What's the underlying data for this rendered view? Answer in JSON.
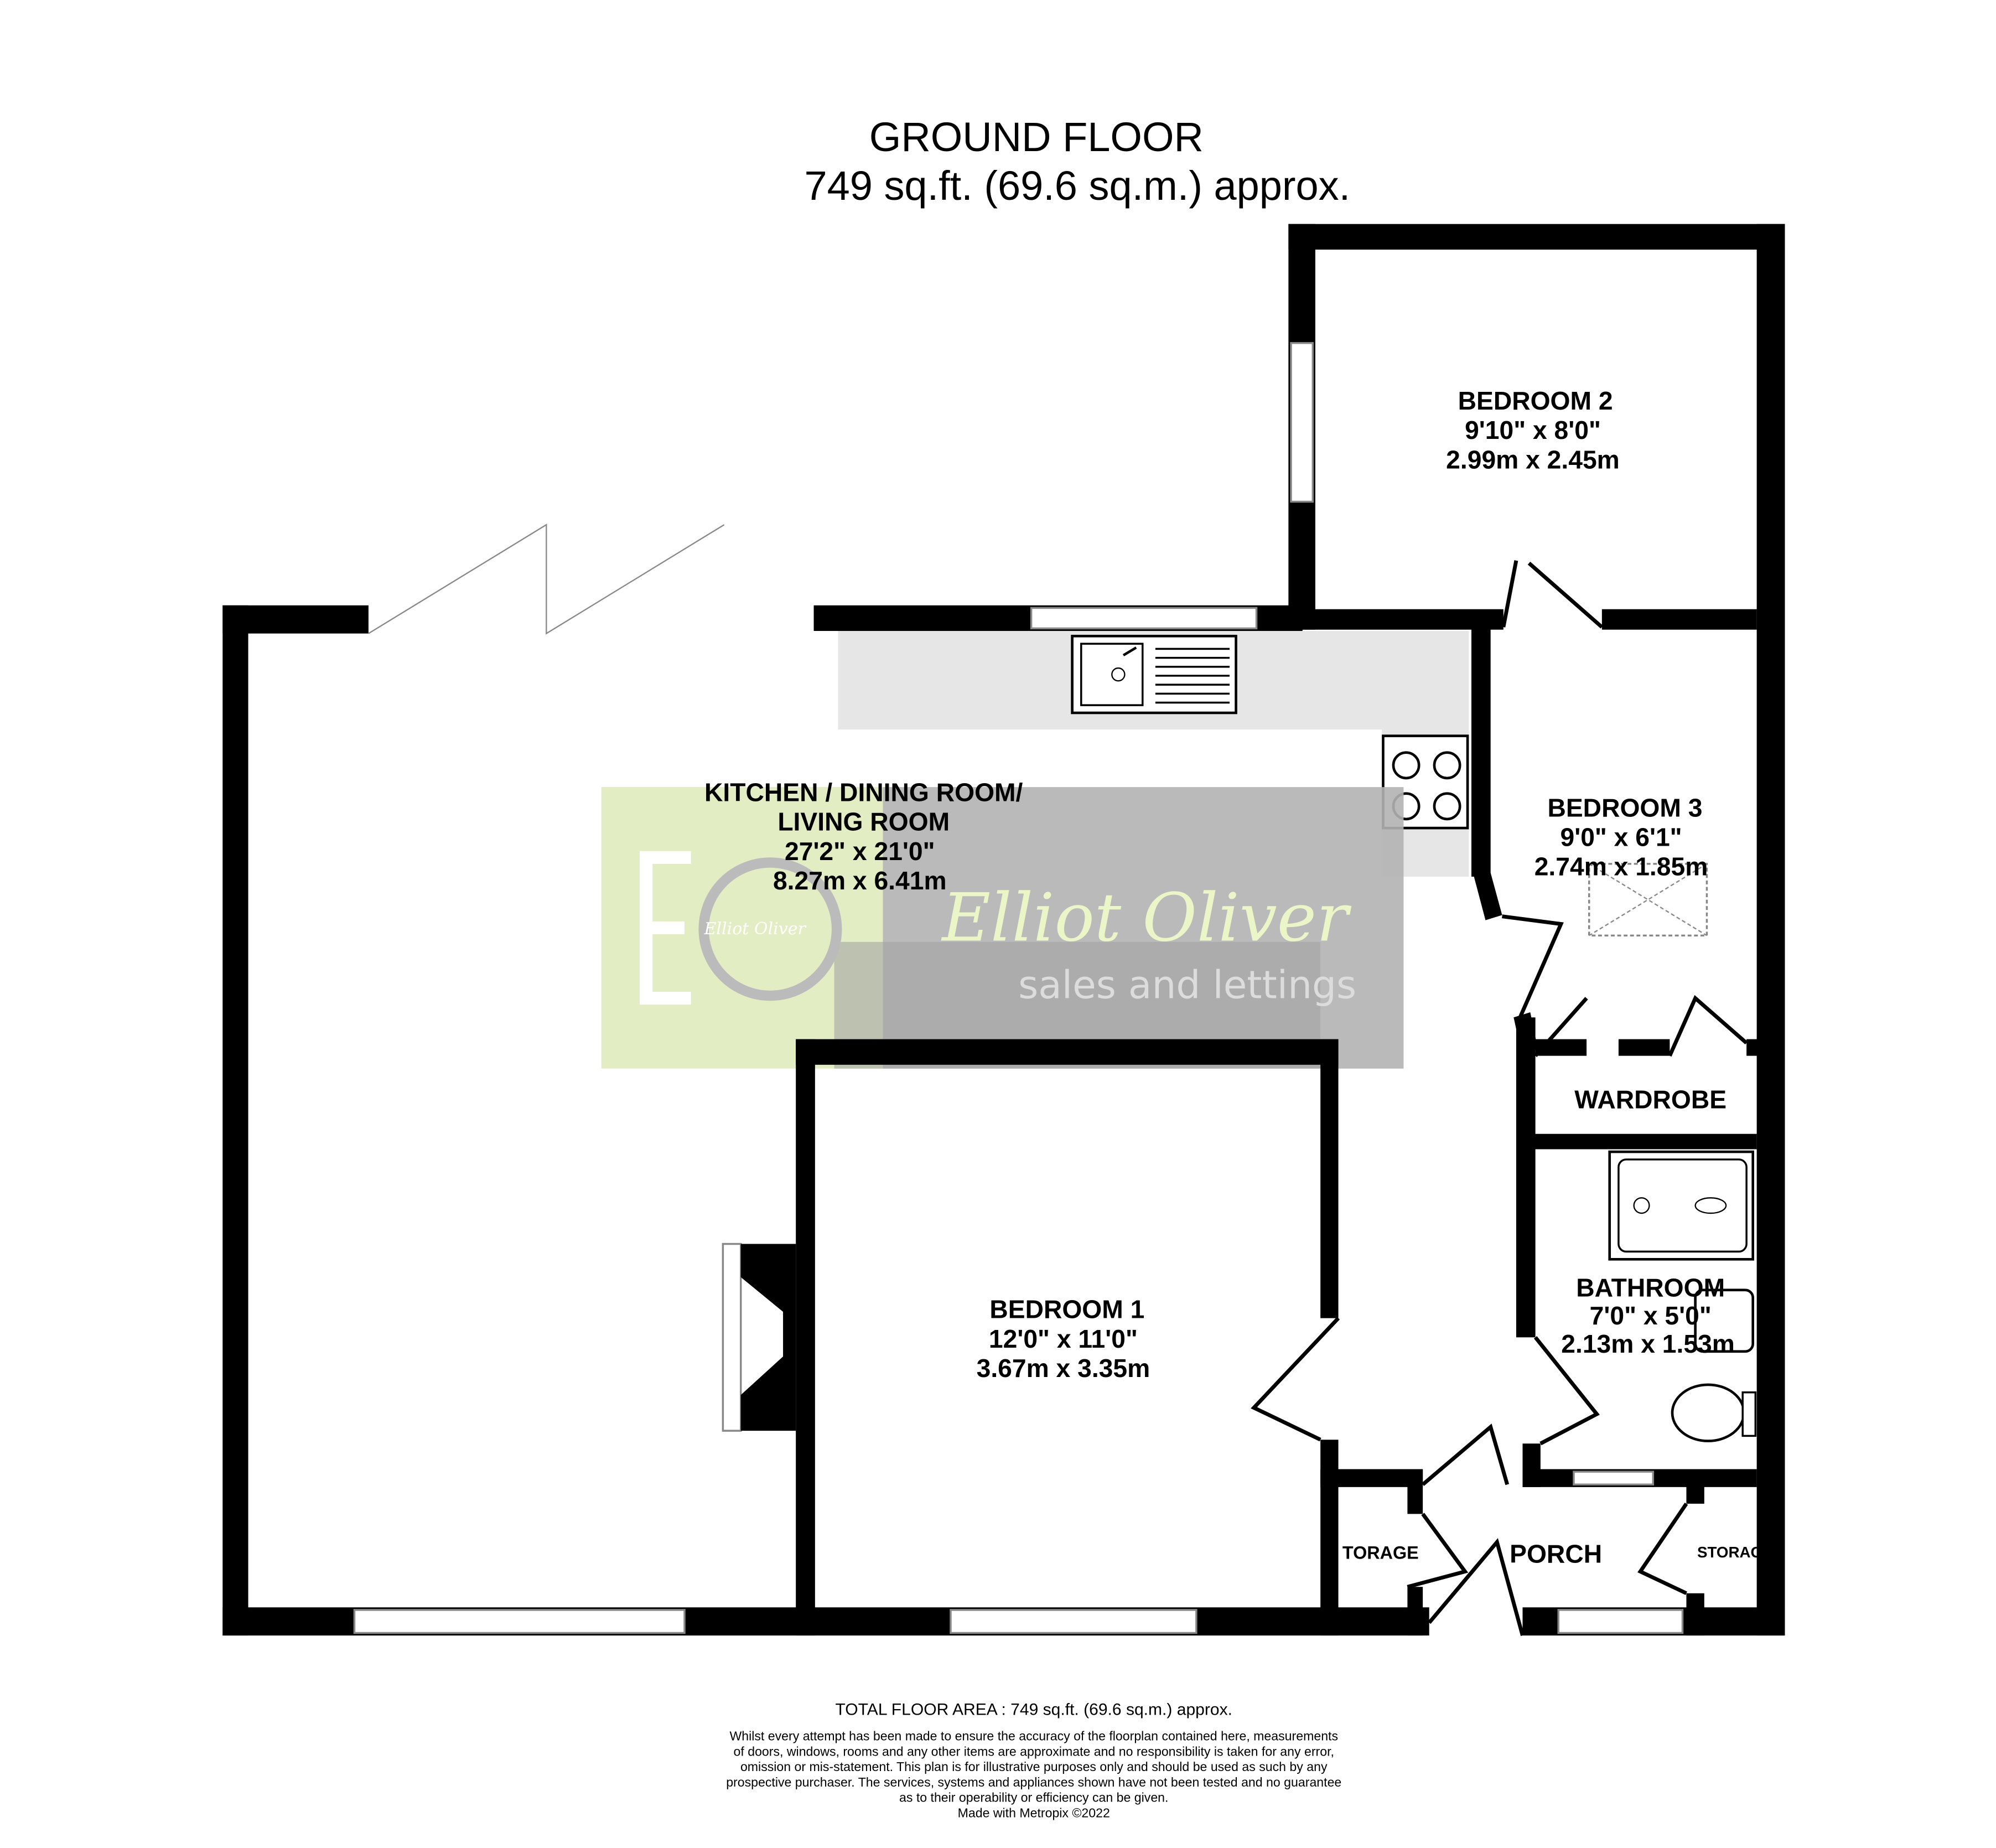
{
  "header": {
    "floor_name": "GROUND FLOOR",
    "floor_area": "749 sq.ft. (69.6 sq.m.) approx."
  },
  "rooms": [
    {
      "name_line1": "KITCHEN / DINING ROOM/",
      "name_line2": "LIVING ROOM",
      "imperial": "27'2\"  x 21'0\"",
      "metric": "8.27m  x 6.41m"
    },
    {
      "name_line1": "BEDROOM 2",
      "imperial": "9'10\"  x 8'0\"",
      "metric": "2.99m  x 2.45m"
    },
    {
      "name_line1": "BEDROOM 3",
      "imperial": "9'0\"  x 6'1\"",
      "metric": "2.74m  x 1.85m"
    },
    {
      "name_line1": "BEDROOM 1",
      "imperial": "12'0\"  x 11'0\"",
      "metric": "3.67m  x 3.35m"
    },
    {
      "name_line1": "BATHROOM",
      "imperial": "7'0\"  x 5'0\"",
      "metric": "2.13m  x 1.53m"
    },
    {
      "name_line1": "WARDROBE"
    },
    {
      "name_line1": "PORCH"
    },
    {
      "name_line1": "TORAGE"
    },
    {
      "name_line1": "STORAG"
    }
  ],
  "watermark": {
    "brand": "Elliot Oliver",
    "tagline": "sales and lettings",
    "badge_text": "Elliot Oliver",
    "green": "#e2edc4",
    "gray": "#b3b3b3"
  },
  "footer": {
    "total_area": "TOTAL FLOOR AREA : 749 sq.ft. (69.6 sq.m.) approx.",
    "disclaimer": [
      "Whilst every attempt has been made to ensure the accuracy of the floorplan contained here, measurements",
      "of doors, windows, rooms and any other items are approximate and no responsibility is taken for any error,",
      "omission or mis-statement. This plan is for illustrative purposes only and should be used as such by any",
      "prospective purchaser. The services, systems and appliances shown have not been tested and no guarantee",
      "as to their operability or efficiency can be given."
    ],
    "credit": "Made with Metropix ©2022"
  }
}
